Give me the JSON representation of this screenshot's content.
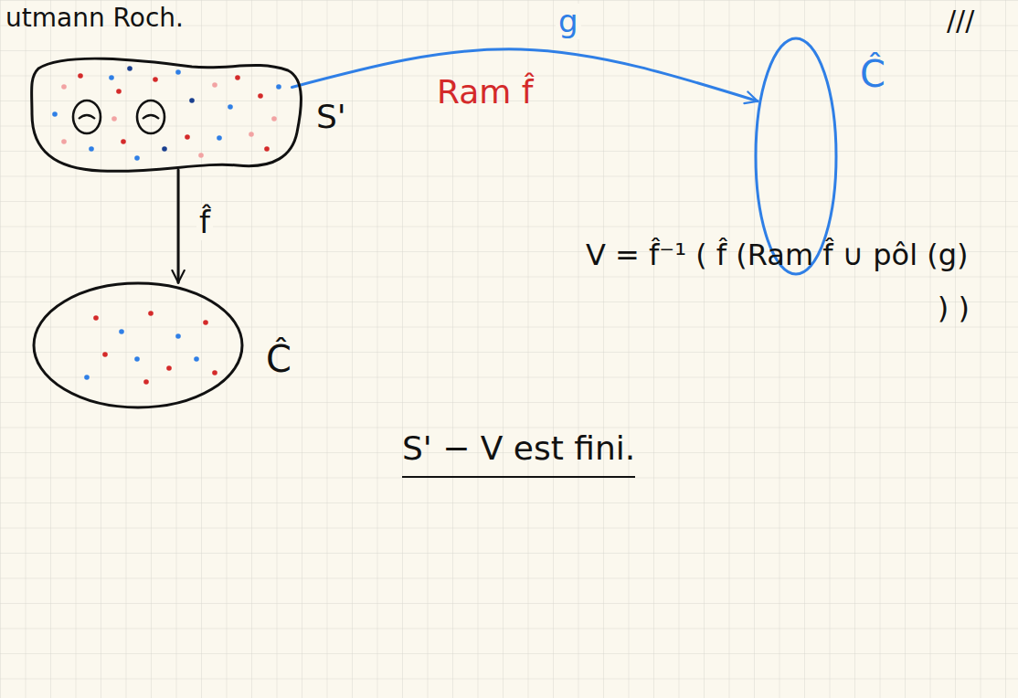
{
  "diagram": {
    "title": "utmann Roch.",
    "nodes": [
      {
        "text": [
          "S'"
        ]
      },
      {
        "text": [
          "Ĉ"
        ]
      },
      {
        "text": [
          "Ĉ"
        ]
      }
    ],
    "edges": [
      {
        "from": 0,
        "to": 1,
        "arrow": "to",
        "label": "g"
      },
      {
        "from": 0,
        "to": 2,
        "arrow": "to",
        "label": "f̂"
      }
    ],
    "labels": [
      "///",
      "Ram f̂",
      "V = f̂⁻¹ ( f̂ (Ram f̂ ∪ pôl (g) ) )",
      "S' − V est fini."
    ]
  }
}
